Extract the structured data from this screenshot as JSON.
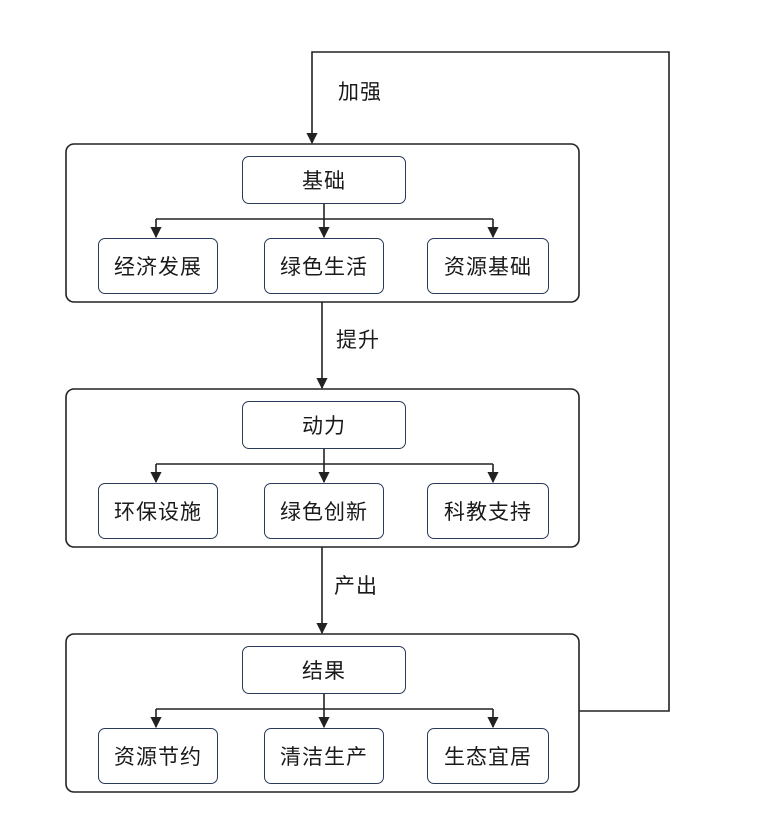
{
  "groups": [
    {
      "head": "基础",
      "children": [
        "经济发展",
        "绿色生活",
        "资源基础"
      ]
    },
    {
      "head": "动力",
      "children": [
        "环保设施",
        "绿色创新",
        "科教支持"
      ]
    },
    {
      "head": "结果",
      "children": [
        "资源节约",
        "清洁生产",
        "生态宜居"
      ]
    }
  ],
  "edges": {
    "feedback_label": "加强",
    "step1_label": "提升",
    "step2_label": "产出"
  },
  "colors": {
    "line": "#222222",
    "node_border": "#2a3a5a"
  }
}
